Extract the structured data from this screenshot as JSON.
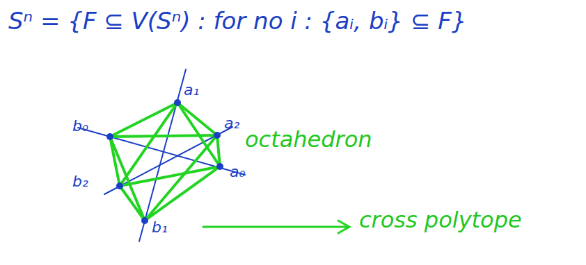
{
  "diagram": {
    "labels": [
      "Sⁿ = {F ⊆ V(Sⁿ) : for no i : {aᵢ, bᵢ} ⊆ F}",
      "a₁",
      "a₂",
      "b₀",
      "a₀",
      "b₂",
      "b₁",
      "octahedron",
      "cross polytope"
    ]
  }
}
